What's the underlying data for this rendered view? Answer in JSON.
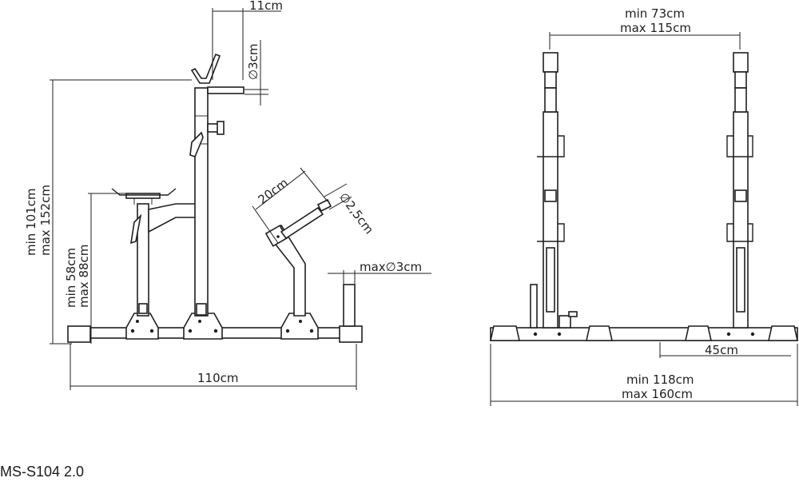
{
  "model": "MS-S104 2.0",
  "side_view": {
    "dim_hook_depth": "11cm",
    "dim_peg_diameter": "∅3cm",
    "dim_total_height_min": "min 101cm",
    "dim_total_height_max": "max 152cm",
    "dim_rest_height_min": "min 58cm",
    "dim_rest_height_max": "max 88cm",
    "dim_plate_holder_length": "20cm",
    "dim_plate_holder_diameter": "∅2,5cm",
    "dim_post_diameter": "max∅3cm",
    "dim_base_length": "110cm"
  },
  "front_view": {
    "dim_width_min": "min 73cm",
    "dim_width_max": "max 115cm",
    "dim_foot_width": "45cm",
    "dim_base_width_min": "min 118cm",
    "dim_base_width_max": "max 160cm"
  }
}
